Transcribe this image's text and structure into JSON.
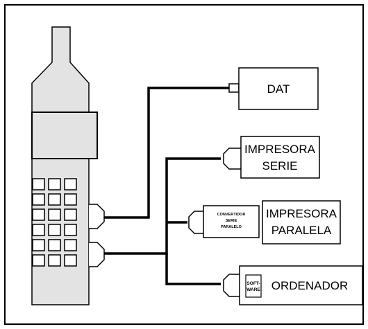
{
  "diagram": {
    "boxes": {
      "dat": {
        "label": "DAT"
      },
      "serial_printer": {
        "line1": "IMPRESORA",
        "line2": "SERIE"
      },
      "converter": {
        "line1": "CONVERTIDOR",
        "line2": "SERIE",
        "line3": "PARALELO"
      },
      "parallel_printer": {
        "line1": "IMPRESORA",
        "line2": "PARALELA"
      },
      "software": {
        "line1": "SOFT-",
        "line2": "WARE"
      },
      "computer": {
        "label": "ORDENADOR"
      }
    },
    "colors": {
      "device_fill": "#e3e3e3",
      "line": "#000000",
      "background": "#ffffff"
    }
  }
}
